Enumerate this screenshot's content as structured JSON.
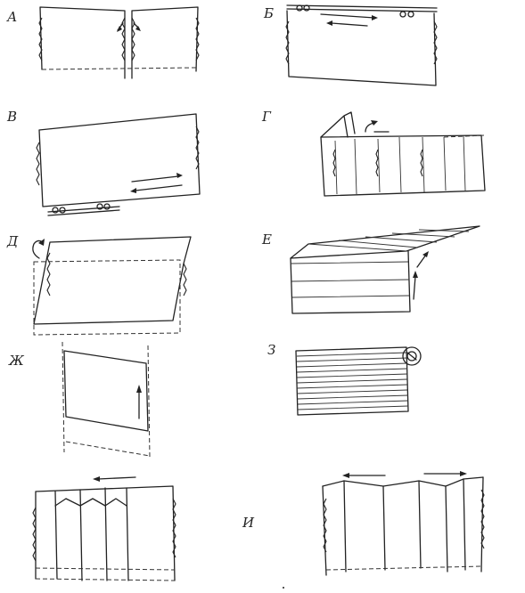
{
  "labels": {
    "a": "А",
    "b": "Б",
    "v": "В",
    "g": "Г",
    "d": "Д",
    "e": "Е",
    "zh": "Ж",
    "z": "З",
    "i": "И"
  },
  "colors": {
    "ink": "#222222",
    "paper": "#ffffff"
  }
}
